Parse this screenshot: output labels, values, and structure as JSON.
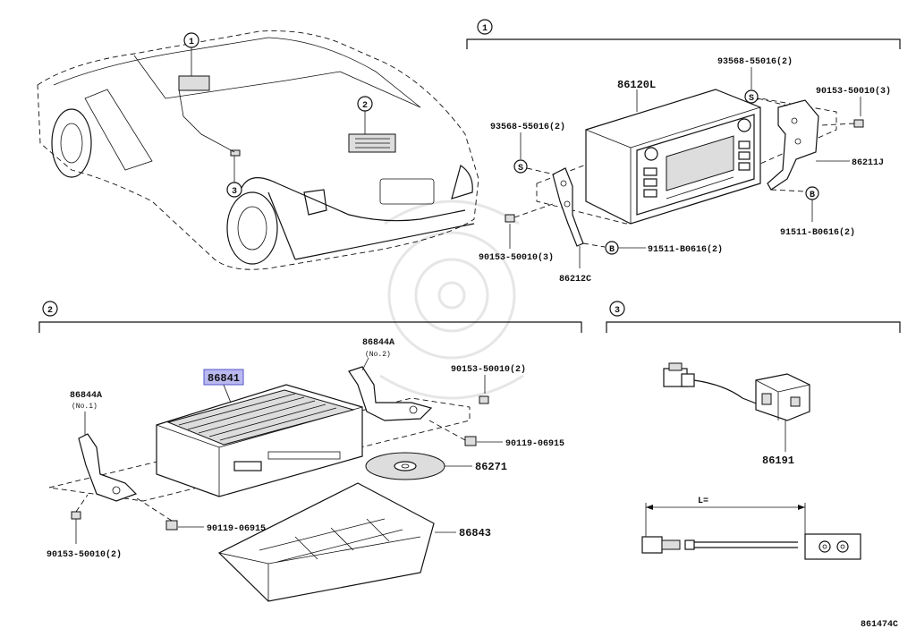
{
  "sections": {
    "s1": "1",
    "s2": "2",
    "s3": "3"
  },
  "car_callouts": [
    "1",
    "2",
    "3"
  ],
  "section1_parts": {
    "unit": "86120L",
    "screw_top_left": "93568-55016(2)",
    "screw_top_right": "93568-55016(2)",
    "bolt_top_right": "90153-50010(3)",
    "bracket_right": "86211J",
    "nut_right": "91511-B0616(2)",
    "bolt_left": "90153-50010(3)",
    "nut_center": "91511-B0616(2)",
    "bracket_left": "86212C",
    "marker_s": "S",
    "marker_b": "B"
  },
  "section2_parts": {
    "unit": "86841",
    "bracket_left": "86844A",
    "bracket_left_note": "(No.1)",
    "bracket_right": "86844A",
    "bracket_right_note": "(No.2)",
    "bolt_top": "90153-50010(2)",
    "bolt_right": "90119-06915",
    "disc": "86271",
    "bolt_left": "90119-06915",
    "bolt_bottom_left": "90153-50010(2)",
    "cover": "86843"
  },
  "section3_parts": {
    "jack": "86191",
    "length_label": "L="
  },
  "footer_code": "861474C",
  "highlight_color": "#b9b9f0"
}
